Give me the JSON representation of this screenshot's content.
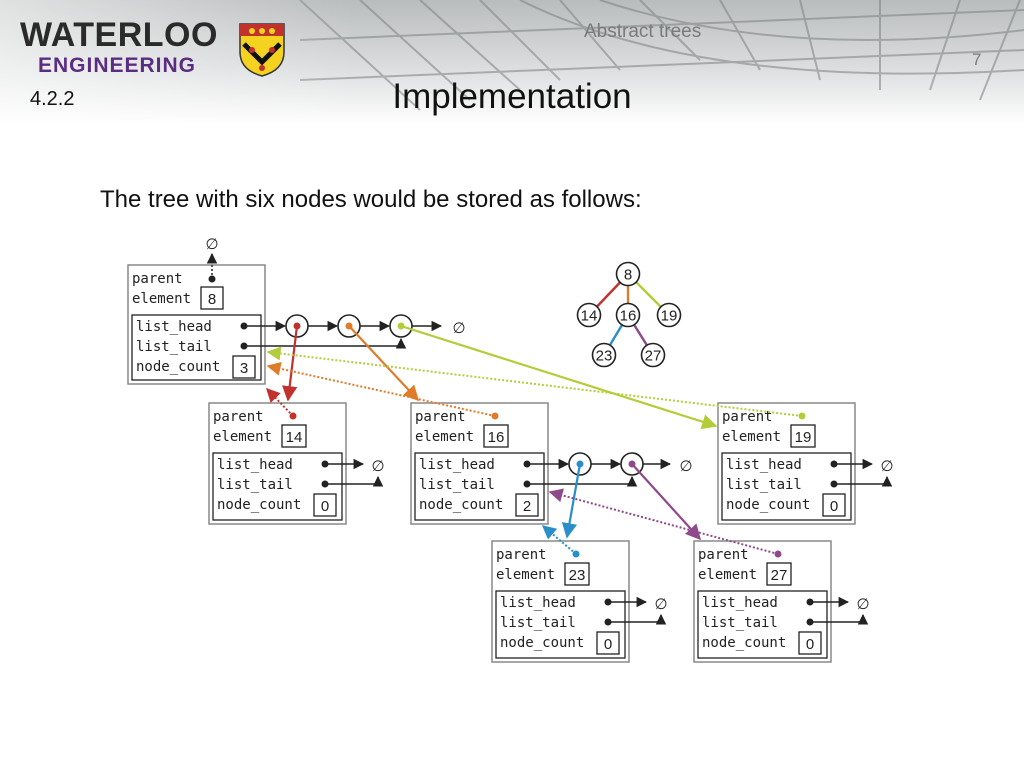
{
  "header": {
    "logo_line1": "WATERLOO",
    "logo_line2": "ENGINEERING",
    "section": "4.2.2",
    "course": "Abstract trees",
    "slide_number": "7"
  },
  "title": "Implementation",
  "intro": "The tree with six nodes would be stored as follows:",
  "fields": {
    "parent": "parent",
    "element": "element",
    "list_head": "list_head",
    "list_tail": "list_tail",
    "node_count": "node_count",
    "null_symbol": "∅"
  },
  "nodes": [
    {
      "id": "n8",
      "element": "8",
      "node_count": "3"
    },
    {
      "id": "n14",
      "element": "14",
      "node_count": "0"
    },
    {
      "id": "n16",
      "element": "16",
      "node_count": "2"
    },
    {
      "id": "n19",
      "element": "19",
      "node_count": "0"
    },
    {
      "id": "n23",
      "element": "23",
      "node_count": "0"
    },
    {
      "id": "n27",
      "element": "27",
      "node_count": "0"
    }
  ],
  "tree": {
    "nodes": [
      "8",
      "14",
      "16",
      "19",
      "23",
      "27"
    ],
    "edges": [
      [
        "8",
        "14"
      ],
      [
        "8",
        "16"
      ],
      [
        "8",
        "19"
      ],
      [
        "16",
        "23"
      ],
      [
        "16",
        "27"
      ]
    ]
  },
  "colors": {
    "c14": "#c0322b",
    "c16": "#e07b2a",
    "c19": "#b5cc3a",
    "c23": "#2a8ec9",
    "c27": "#8e4a8a",
    "box_border": "#888888",
    "text": "#222222"
  }
}
